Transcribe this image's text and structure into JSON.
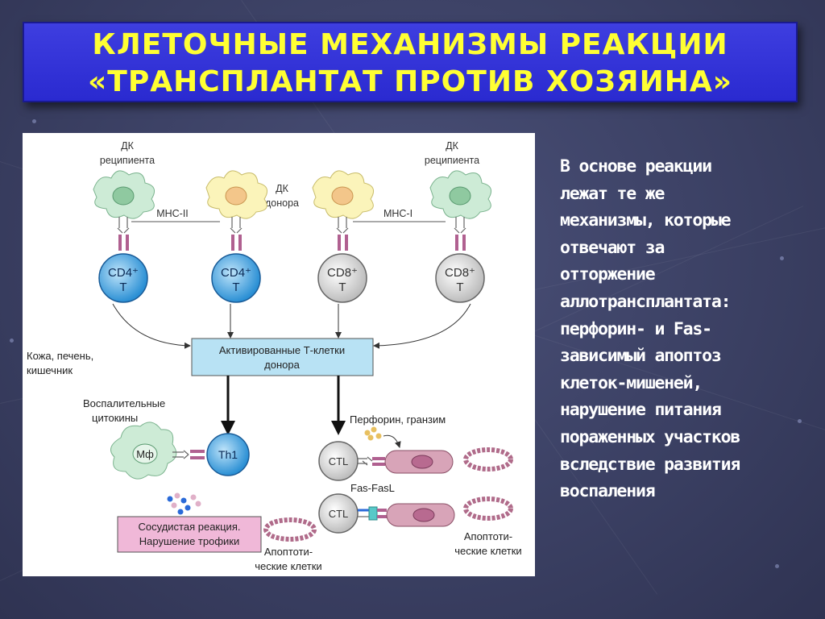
{
  "title": {
    "line1": "КЛЕТОЧНЫЕ МЕХАНИЗМЫ РЕАКЦИИ",
    "line2": "«ТРАНСПЛАНТАТ ПРОТИВ ХОЗЯИНА»"
  },
  "diagram": {
    "dc_recipient_left": [
      "ДК",
      "реципиента"
    ],
    "dc_recipient_right": [
      "ДК",
      "реципиента"
    ],
    "dc_donor": [
      "ДК",
      "донора"
    ],
    "mhc2": "MHC-II",
    "mhc1": "MHC-I",
    "cd4_left": [
      "CD4⁺",
      "T"
    ],
    "cd4_right": [
      "CD4⁺",
      "T"
    ],
    "cd8_left": [
      "CD8⁺",
      "T"
    ],
    "cd8_right": [
      "CD8⁺",
      "T"
    ],
    "activated": [
      "Активированные Т-клетки",
      "донора"
    ],
    "organs": [
      "Кожа, печень,",
      "кишечник"
    ],
    "cytokines": [
      "Воспалительные",
      "цитокины"
    ],
    "mf": "Мф",
    "th1": "Th1",
    "ctl1": "CTL",
    "ctl2": "CTL",
    "perforin": "Перфорин, гранзим",
    "fasl": "Fas-FasL",
    "vascular": [
      "Сосудистая реакция.",
      "Нарушение трофики"
    ],
    "apoptotic_left": [
      "Апоптоти-",
      "ческие клетки"
    ],
    "apoptotic_right": [
      "Апоптоти-",
      "ческие клетки"
    ]
  },
  "side_text": [
    "В основе реакции",
    "лежат те же",
    "механизмы, которые",
    "отвечают за",
    "отторжение",
    "аллотрансплантата:",
    "перфорин- и Fas-",
    "зависимый апоптоз",
    "клеток-мишеней,",
    "нарушение питания",
    "пораженных участков",
    "вследствие развития",
    "воспаления"
  ],
  "colors": {
    "title_bg": "#2e2ed8",
    "title_text": "#ffff33",
    "cd4_fill": "#3a9ee0",
    "cd8_fill": "#d8d8d8",
    "recipient_dc": "#c8ead0",
    "donor_dc": "#faf2b0",
    "activated_box": "#b8e2f4",
    "vascular_box": "#f0b8d8",
    "target_cell": "#d8a4b8"
  }
}
